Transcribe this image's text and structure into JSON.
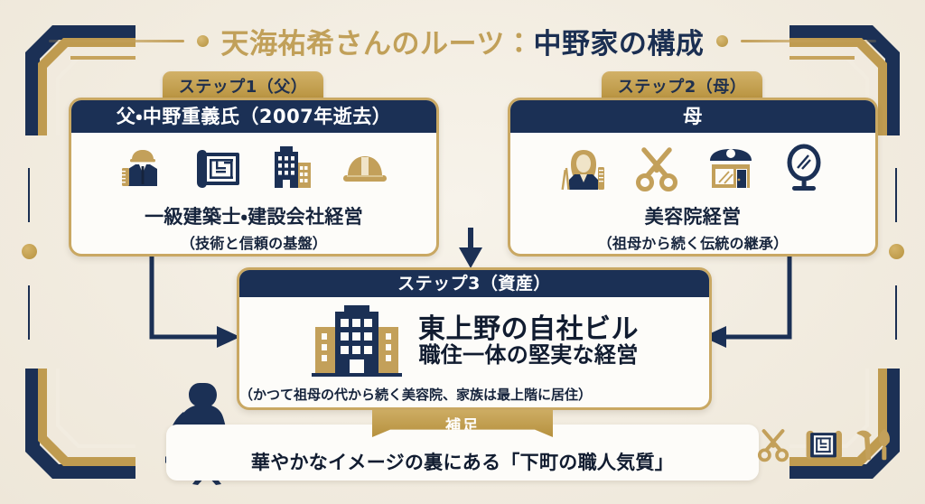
{
  "title": {
    "gold_part": "天海祐希さんのルーツ：",
    "navy_part": "中野家の構成",
    "left_rule": "title-rule-left",
    "right_rule": "title-rule-right"
  },
  "colors": {
    "navy": "#1b3055",
    "navy_dark": "#16243c",
    "gold": "#c1a059",
    "gold_light": "#d2b168",
    "card_bg": "#fdfcf9",
    "page_bg": "#f4efe5"
  },
  "steps": [
    {
      "chip_label": "ステップ1（父）",
      "head": "父・中野重義氏（2007年逝去）",
      "caption_main": "一級建築士・建設会社経営",
      "caption_sub": "（技術と信頼の基盤）",
      "icons": [
        "architect-icon",
        "blueprint-icon",
        "office-building-icon",
        "hardhat-icon"
      ]
    },
    {
      "chip_label": "ステップ2（母）",
      "head": "母",
      "caption_main": "美容院経営",
      "caption_sub": "（祖母から続く伝統の継承）",
      "icons": [
        "hairdresser-icon",
        "scissors-icon",
        "salon-storefront-icon",
        "vanity-mirror-icon"
      ]
    }
  ],
  "asset": {
    "chip_label": "ステップ3（資産）",
    "head": "ステップ3（資産）",
    "line1": "東上野の自社ビル",
    "line2": "職住一体の堅実な経営",
    "note": "（かつて祖母の代から続く美容院、家族は最上階に居住）",
    "icon": "building-complex-icon"
  },
  "banner": {
    "ribbon": "補足",
    "text": "華やかなイメージの裏にある「下町の職人気質」",
    "lady_icon": "woman-silhouette-icon",
    "tool_icons": [
      "scissors-icon",
      "blueprint-icon",
      "hammer-trowel-icon"
    ]
  },
  "connectors": [
    {
      "name": "father-to-asset",
      "direction": "down-right"
    },
    {
      "name": "center-to-asset",
      "direction": "down"
    },
    {
      "name": "mother-to-asset",
      "direction": "down-left"
    }
  ]
}
